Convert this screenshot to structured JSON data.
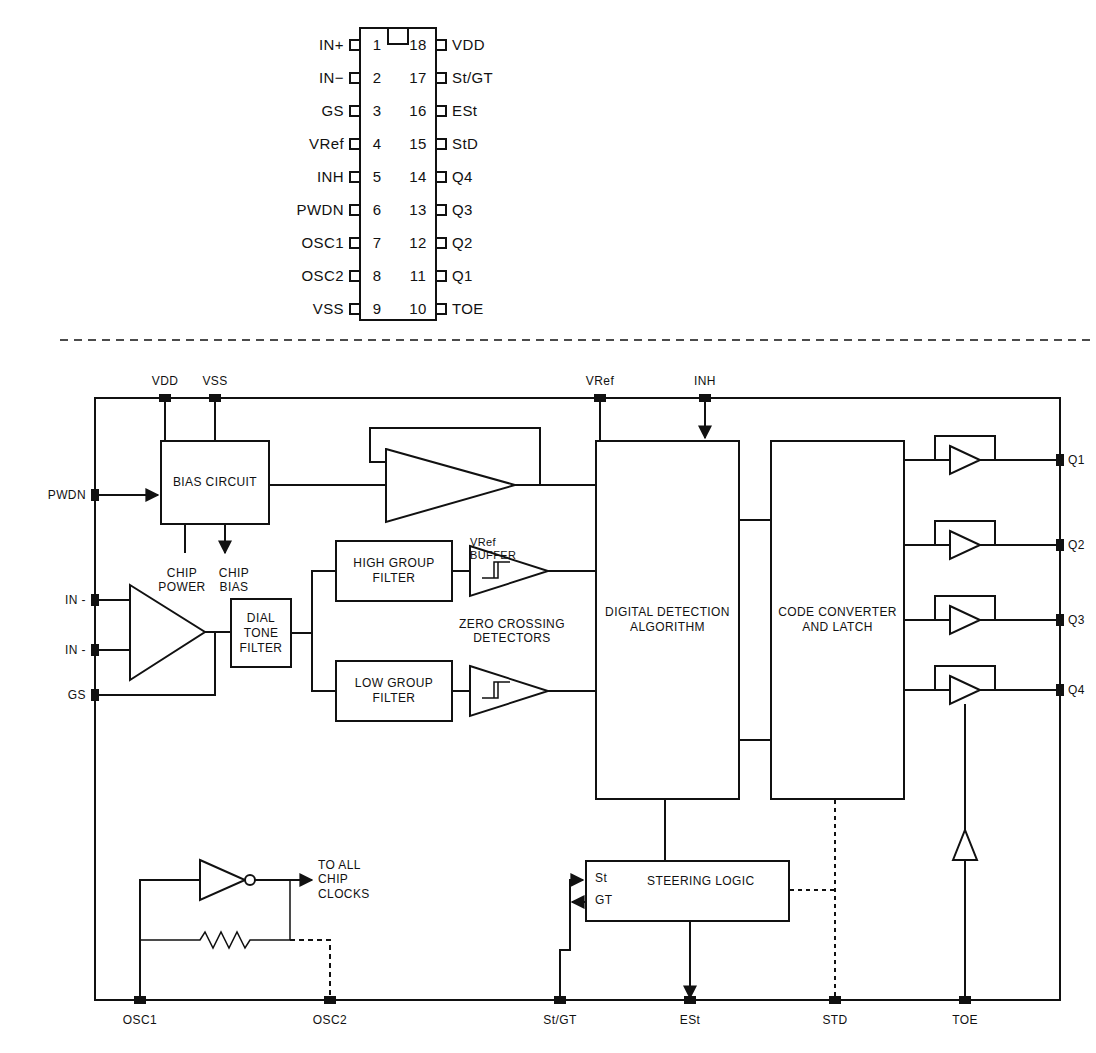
{
  "diagram": {
    "nodes": [
      {
        "text": [
          "BIAS CIRCUIT"
        ]
      },
      {
        "text": [
          "VRef BUFFER"
        ]
      },
      {
        "text": [
          "DIAL TONE FILTER"
        ]
      },
      {
        "text": [
          "HIGH GROUP FILTER"
        ]
      },
      {
        "text": [
          "LOW GROUP FILTER"
        ]
      },
      {
        "text": [
          "DIGITAL DETECTION ALGORITHM"
        ]
      },
      {
        "text": [
          "CODE CONVERTER AND LATCH"
        ]
      },
      {
        "text": [
          "St",
          "GT",
          "STEERING LOGIC"
        ]
      }
    ],
    "edges": [
      {
        "from": 0,
        "to": 1,
        "arrow": "none"
      },
      {
        "from": 2,
        "to": 3,
        "arrow": "none"
      },
      {
        "from": 2,
        "to": 4,
        "arrow": "none"
      },
      {
        "from": 3,
        "to": 5,
        "arrow": "none"
      },
      {
        "from": 4,
        "to": 5,
        "arrow": "none"
      },
      {
        "from": 5,
        "to": 6,
        "arrow": "none"
      },
      {
        "from": 5,
        "to": 6,
        "arrow": "none"
      },
      {
        "from": 5,
        "to": 7,
        "arrow": "none"
      }
    ],
    "labels": [
      "IN+",
      "IN−",
      "GS",
      "VRef",
      "INH",
      "PWDN",
      "OSC1",
      "OSC2",
      "VSS",
      "1",
      "2",
      "3",
      "4",
      "5",
      "6",
      "7",
      "8",
      "9",
      "18",
      "17",
      "16",
      "15",
      "14",
      "13",
      "12",
      "11",
      "10",
      "VDD",
      "St/GT",
      "ESt",
      "StD",
      "Q4",
      "Q3",
      "Q2",
      "Q1",
      "TOE",
      "VDD",
      "VSS",
      "VRef",
      "INH",
      "PWDN",
      "CHIP POWER",
      "CHIP BIAS",
      "IN -",
      "IN -",
      "GS",
      "ZERO CROSSING DETECTORS",
      "Q1",
      "Q2",
      "Q3",
      "Q4",
      "TO ALL CHIP CLOCKS",
      "OSC1",
      "OSC2",
      "St/GT",
      "ESt",
      "STD",
      "TOE"
    ]
  }
}
